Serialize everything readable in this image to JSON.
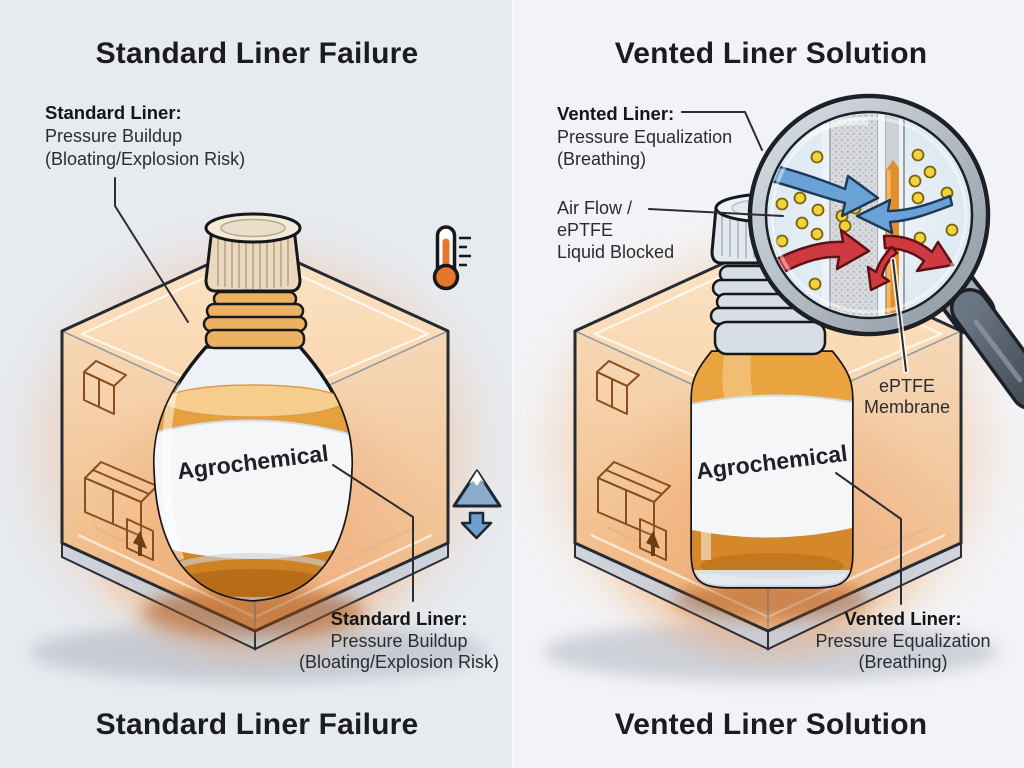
{
  "panels": {
    "left": {
      "title_top": "Standard Liner Failure",
      "title_bottom": "Standard Liner Failure",
      "callout_top": {
        "heading": "Standard Liner:",
        "lines": [
          "Pressure Buildup",
          "(Bloating/Explosion Risk)"
        ]
      },
      "callout_bottom": {
        "heading": "Standard Liner:",
        "lines": [
          "Pressure Buildup",
          "(Bloating/Explosion Risk)"
        ]
      },
      "bottle_label": "Agrochemical"
    },
    "right": {
      "title_top": "Vented Liner Solution",
      "title_bottom": "Vented Liner Solution",
      "callout_top": {
        "heading": "Vented Liner:",
        "lines": [
          "Pressure Equalization",
          "(Breathing)"
        ]
      },
      "callout_airflow": {
        "lines": [
          "Air Flow /",
          "ePTFE",
          "Liquid Blocked"
        ]
      },
      "callout_membrane": {
        "lines": [
          "ePTFE",
          "Membrane"
        ]
      },
      "callout_bottom": {
        "heading": "Vented Liner:",
        "lines": [
          "Pressure Equalization",
          "(Breathing)"
        ]
      },
      "bottle_label": "Agrochemical"
    }
  },
  "icons": {
    "thermometer_icon": "heat-buildup",
    "mountain_icon": "altitude-change",
    "down_arrow_icon": "pressure-drop",
    "package_icon": "shipping-carton",
    "this_side_up_icon": "this-side-up",
    "magnifier_icon": "membrane-detail-zoom",
    "air_arrow_icon": "air-flow",
    "liquid_arrow_icon": "liquid-blocked"
  },
  "colors": {
    "background_left": "#e7eaef",
    "background_right": "#f2f3f6",
    "glow_orange": "#f5a35c",
    "liquid_orange": "#dd9334",
    "air_blue": "#6aa2d8",
    "blocked_red": "#cf3940",
    "molecule_yellow": "#f3d33c",
    "membrane_gray": "#d8dade",
    "ink": "#1c1c1e"
  }
}
